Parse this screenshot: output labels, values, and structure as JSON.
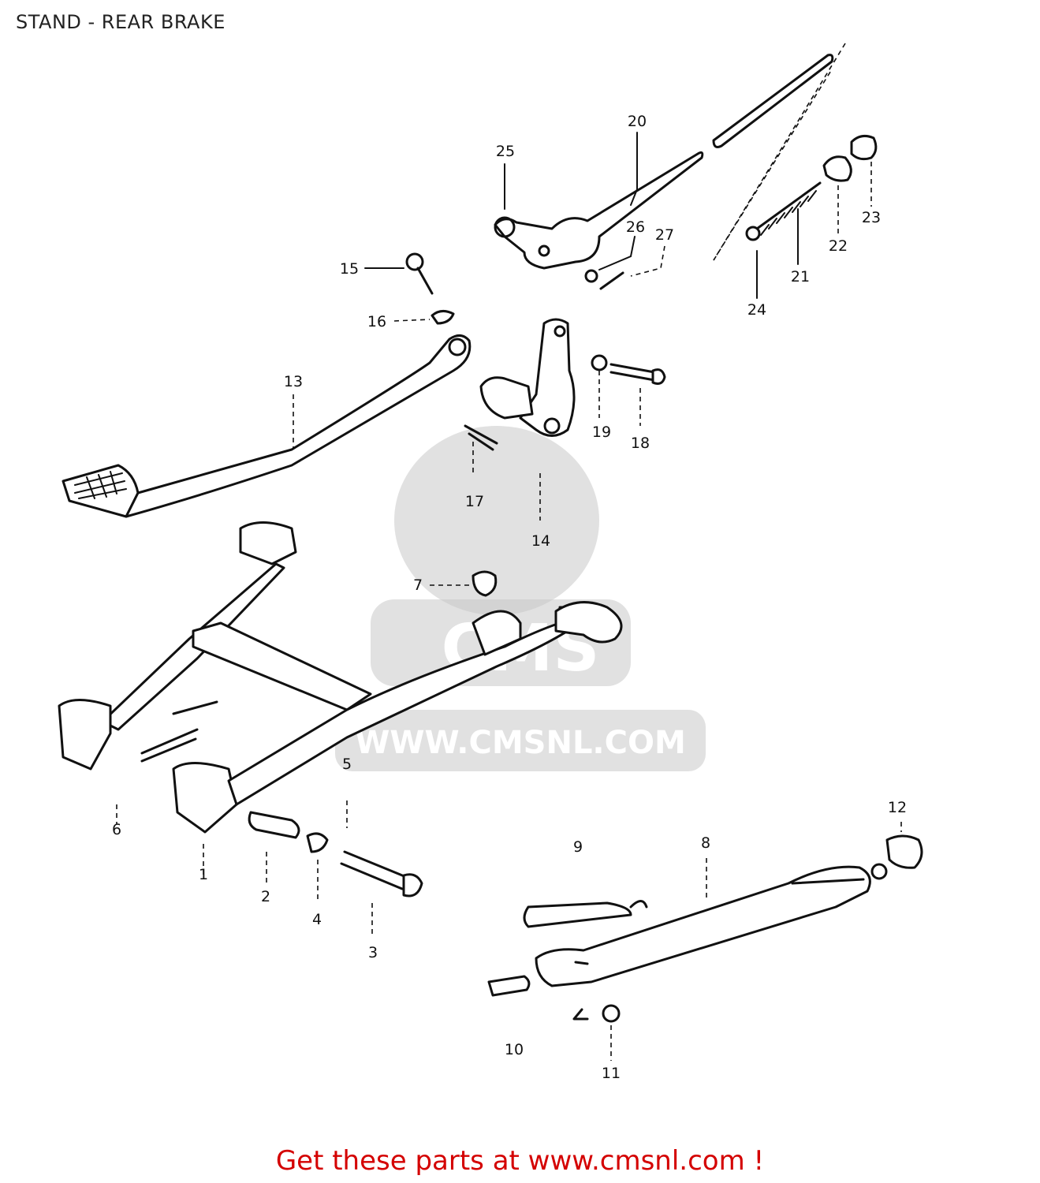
{
  "title": "STAND - REAR BRAKE",
  "watermark": {
    "line1": "CMS",
    "line2": "WWW.CMSNL.COM"
  },
  "callouts": {
    "c1": "1",
    "c2": "2",
    "c3": "3",
    "c4": "4",
    "c5": "5",
    "c6": "6",
    "c7": "7",
    "c8": "8",
    "c9": "9",
    "c10": "10",
    "c11": "11",
    "c12": "12",
    "c13": "13",
    "c14": "14",
    "c15": "15",
    "c16": "16",
    "c17": "17",
    "c18": "18",
    "c19": "19",
    "c20": "20",
    "c21": "21",
    "c22": "22",
    "c23": "23",
    "c24": "24",
    "c25": "25",
    "c26": "26",
    "c27": "27"
  },
  "footer": "Get these parts at www.cmsnl.com !"
}
